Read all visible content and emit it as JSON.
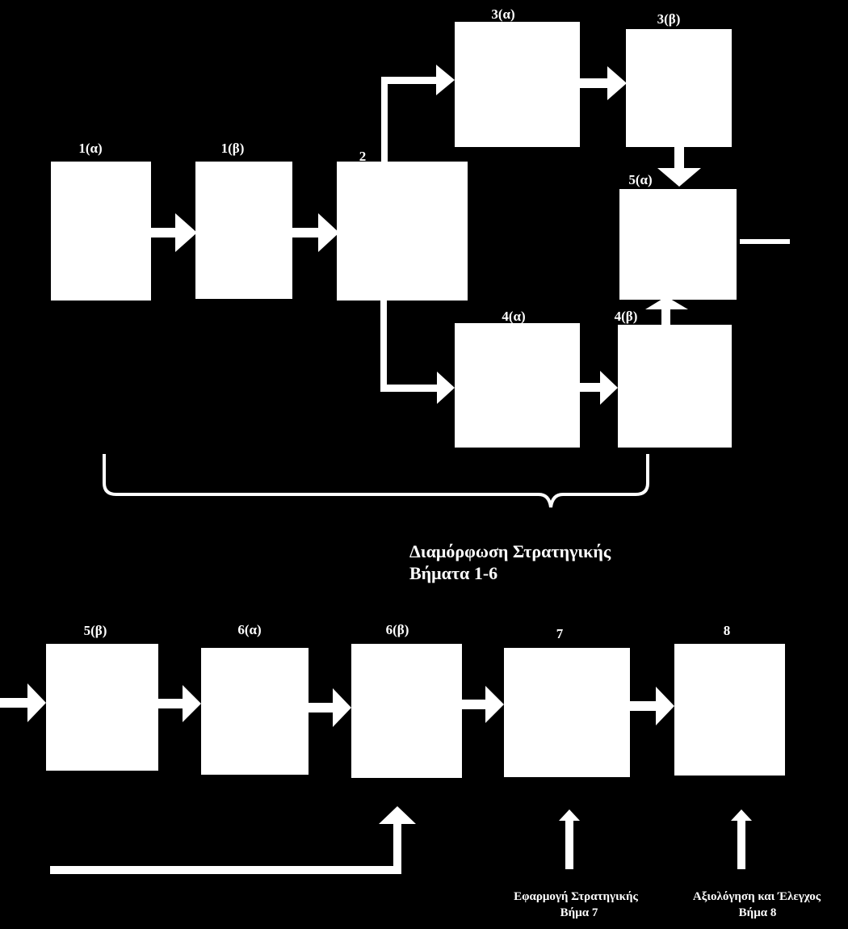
{
  "steps": {
    "s1a": "1(α)",
    "s1b": "1(β)",
    "s2": "2",
    "s3a": "3(α)",
    "s3b": "3(β)",
    "s4a": "4(α)",
    "s4b": "4(β)",
    "s5a": "5(α)",
    "s5b": "5(β)",
    "s6a": "6(α)",
    "s6b": "6(β)",
    "s7": "7",
    "s8": "8"
  },
  "captions": {
    "formulation_title": "Διαμόρφωση Στρατηγικής",
    "formulation_steps": "Βήματα 1-6",
    "implementation_title": "Εφαρμογή Στρατηγικής",
    "implementation_step": "Βήμα 7",
    "evaluation_title": "Αξιολόγηση και Έλεγχος",
    "evaluation_step": "Βήμα 8"
  }
}
